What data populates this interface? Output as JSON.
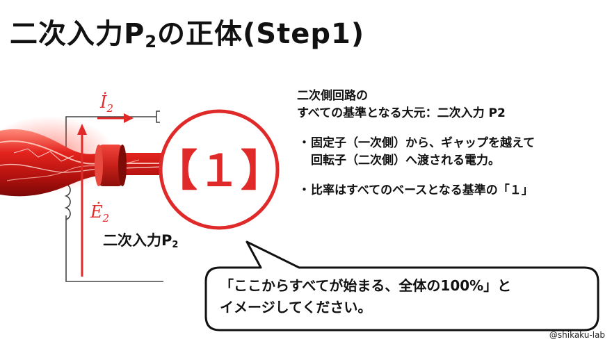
{
  "title": {
    "main": "二次入力P",
    "sub": "2",
    "rest": "の正体(Step1)"
  },
  "diagram": {
    "current_label": "İ",
    "current_sub": "2",
    "voltage_label": "Ė",
    "voltage_sub": "2",
    "circle_label": "【１】",
    "input_label": "二次入力P",
    "input_sub": "2"
  },
  "info": {
    "line1": "二次側回路の",
    "line2": "すべての基準となる大元：二次入力 P2",
    "bullet1_line1": "固定子（一次側）から、ギャップを越えて",
    "bullet1_line2": "回転子（二次側）へ渡される電力。",
    "bullet2": "比率はすべてのベースとなる基準の「１」",
    "bullet_mark": "・"
  },
  "bubble": {
    "line1": "「ここからすべてが始まる、全体の100%」と",
    "line2": "イメージしてください。"
  },
  "credit": "@shikaku-lab",
  "colors": {
    "accent": "#e02a2a",
    "text": "#111111",
    "wire": "#444444"
  }
}
